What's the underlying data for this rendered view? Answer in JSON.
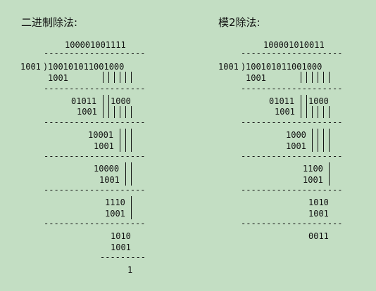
{
  "diagrams": [
    {
      "title": "二进制除法:",
      "quotient": "100001001111",
      "divisor": "1001",
      "dividend": "100101011001000",
      "steps": [
        {
          "lines": [
            "1001"
          ]
        },
        {
          "lines": [
            "01011",
            "1001"
          ],
          "carry": "1000"
        },
        {
          "lines": [
            "10001",
            "1001"
          ]
        },
        {
          "lines": [
            "10000",
            "1001"
          ]
        },
        {
          "lines": [
            "1110",
            "1001"
          ]
        },
        {
          "lines": [
            "1010",
            "1001"
          ]
        }
      ],
      "remainder": "1"
    },
    {
      "title": "模2除法:",
      "quotient": "100001010011",
      "divisor": "1001",
      "dividend": "100101011001000",
      "steps": [
        {
          "lines": [
            "1001"
          ]
        },
        {
          "lines": [
            "01011",
            "1001"
          ],
          "carry": "1000"
        },
        {
          "lines": [
            "1000",
            "1001"
          ]
        },
        {
          "lines": [
            "1100",
            "1001"
          ]
        },
        {
          "lines": [
            "1010",
            "1001"
          ]
        }
      ],
      "remainder": "0011"
    }
  ]
}
